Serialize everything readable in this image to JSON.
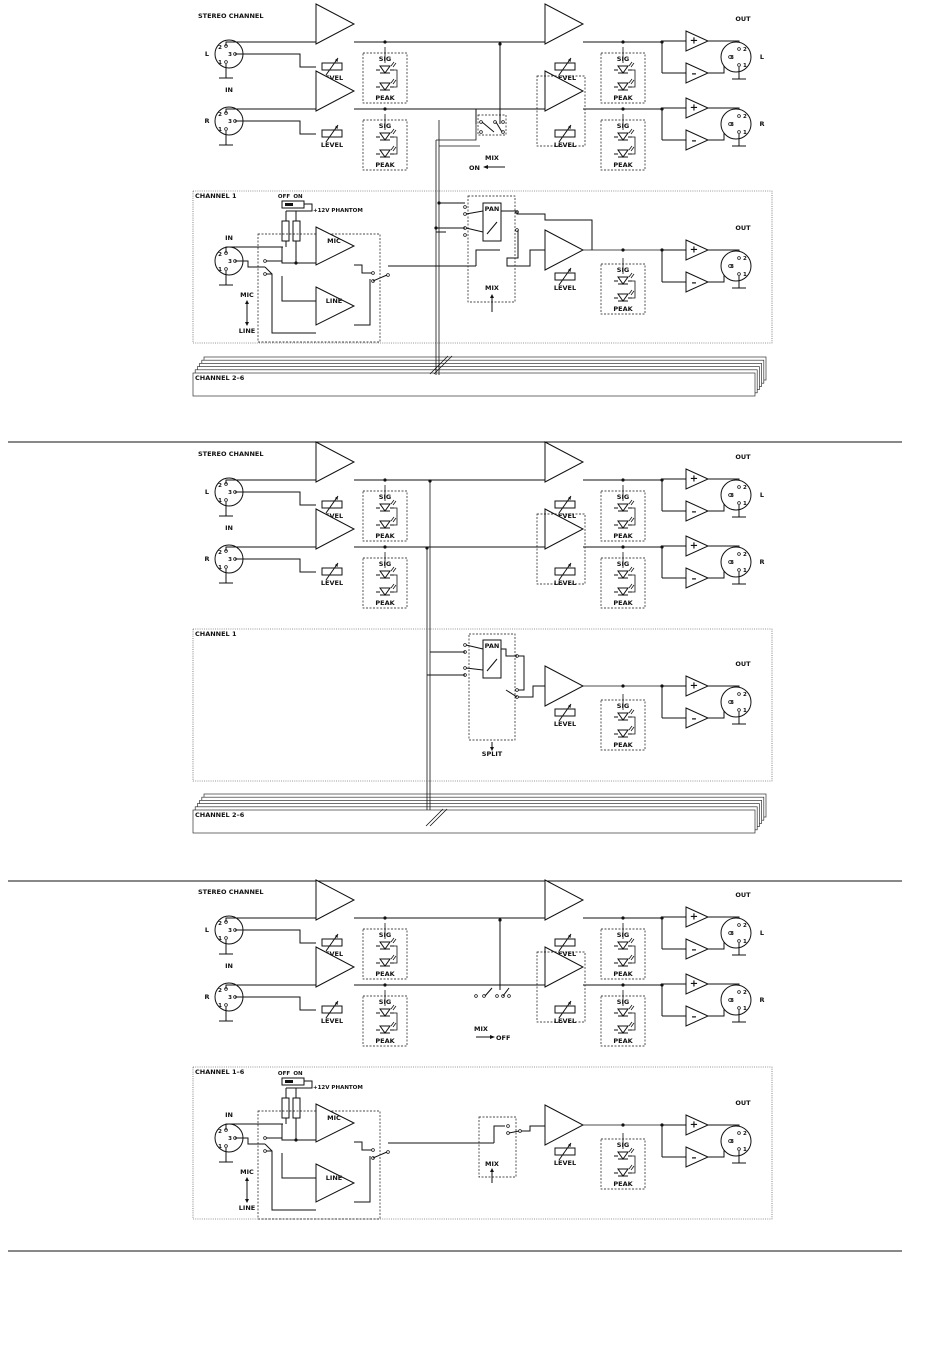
{
  "labels": {
    "stereo_channel": "STEREO CHANNEL",
    "in": "IN",
    "out": "OUT",
    "left": "L",
    "right": "R",
    "level": "LEVEL",
    "sig": "SIG",
    "peak": "PEAK",
    "mic": "MIC",
    "line": "LINE",
    "mic_line": "MIC\nLINE",
    "mix": "MIX",
    "pan": "PAN",
    "split": "SPLIT",
    "off": "OFF",
    "on": "ON",
    "phantom": "+12V PHANTOM",
    "plus": "+",
    "minus": "–",
    "pin1": "1",
    "pin2": "2",
    "pin3": "3"
  },
  "diagrams": [
    {
      "channel_label": "CHANNEL 1",
      "extra_label": "CHANNEL 2–6",
      "mix_state": "ON",
      "arrow": "left"
    },
    {
      "channel_label": "CHANNEL 1",
      "extra_label": "CHANNEL 2–6",
      "mode": "SPLIT"
    },
    {
      "channel_label": "CHANNEL 1–6",
      "mix_state": "OFF",
      "arrow": "right"
    }
  ]
}
